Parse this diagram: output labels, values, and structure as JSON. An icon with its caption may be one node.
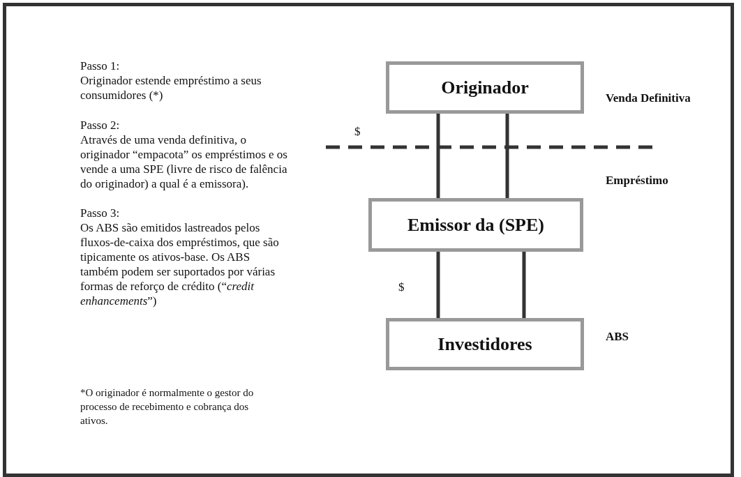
{
  "diagram": {
    "nodes": [
      {
        "text": [
          "Originador"
        ]
      },
      {
        "text": [
          "Emissor da (SPE)"
        ]
      },
      {
        "text": [
          "Investidores"
        ]
      }
    ],
    "edges": [
      {
        "from": 0,
        "to": 1,
        "arrow": "none"
      },
      {
        "from": 0,
        "to": 1,
        "arrow": "none"
      },
      {
        "from": 1,
        "to": 2,
        "arrow": "none"
      },
      {
        "from": 1,
        "to": 2,
        "arrow": "none"
      }
    ],
    "labels": [
      "Passo 1:",
      "Originador estende empréstimo a seus consumidores (*)",
      "Passo 2:",
      "Através de uma venda definitiva, o originador “empacota” os empréstimos e os vende a uma SPE (livre de risco de falência do originador) a qual é a emissora).",
      "Passo 3:",
      "Os ABS são emitidos lastreados pelos fluxos-de-caixa dos empréstimos, que são tipicamente os ativos-base. Os ABS também podem ser suportados por várias formas de reforço de crédito (“*credit enhancements*”)",
      "*O originador é normalmente o gestor do processo de recebimento e cobrança dos ativos.",
      "Venda Definitiva",
      "$",
      "Empréstimo",
      "$",
      "ABS"
    ]
  }
}
